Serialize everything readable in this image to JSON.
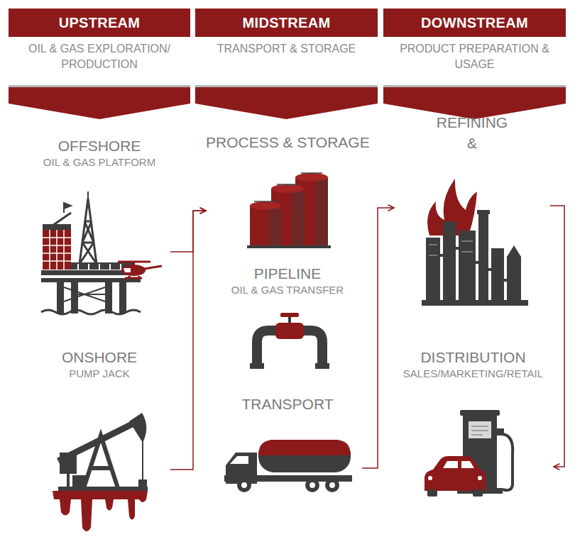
{
  "diagram": {
    "nodes": [
      {
        "text": [
          "UPSTREAM",
          "OIL & GAS EXPLORATION/ PRODUCTION"
        ]
      },
      {
        "text": [
          "MIDSTREAM",
          "TRANSPORT & STORAGE"
        ]
      },
      {
        "text": [
          "DOWNSTREAM",
          "PRODUCT PREPARATION & USAGE"
        ]
      },
      {
        "text": [
          "OFFSHORE",
          "OIL & GAS PLATFORM"
        ]
      },
      {
        "text": [
          "ONSHORE",
          "PUMP JACK"
        ]
      },
      {
        "text": [
          "PROCESS & STORAGE"
        ]
      },
      {
        "text": [
          "PIPELINE",
          "OIL & GAS TRANSFER"
        ]
      },
      {
        "text": [
          "TRANSPORT"
        ]
      },
      {
        "text": [
          "REFINING &"
        ]
      },
      {
        "text": [
          "DISTRIBUTION",
          "SALES/MARKETING/RETAIL"
        ]
      }
    ],
    "edges": [
      {
        "from": 3,
        "to": 5,
        "arrow": "to"
      },
      {
        "from": 4,
        "to": 5,
        "arrow": "to"
      },
      {
        "from": 7,
        "to": 8,
        "arrow": "to"
      },
      {
        "from": 8,
        "to": 9,
        "arrow": "to"
      }
    ]
  }
}
